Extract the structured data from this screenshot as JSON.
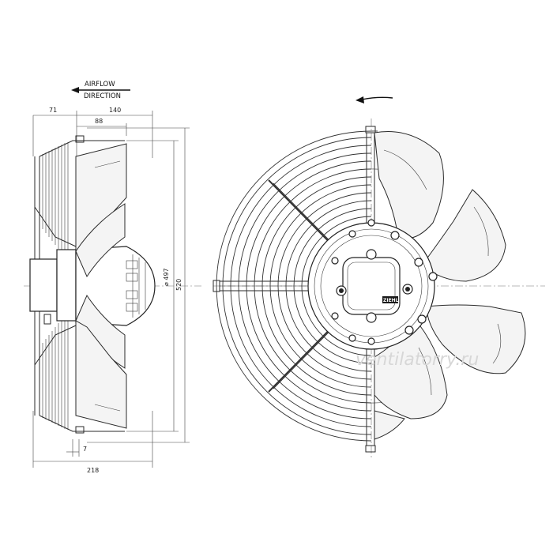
{
  "labels": {
    "airflow_line1": "AIRFLOW",
    "airflow_line2": "DIRECTION",
    "dim_71": "71",
    "dim_140": "140",
    "dim_88": "88",
    "dim_diameter": "⌀ 497",
    "dim_520": "520",
    "dim_7": "7",
    "dim_218": "218",
    "nameplate": "ZIEHL",
    "watermark": "ventilatorry.ru"
  },
  "colors": {
    "line": "#2a2a2a",
    "blade_fill": "#f4f4f4",
    "background": "#ffffff"
  },
  "icons": {
    "airflow_arrow": "arrow-left-icon",
    "rotation_arrow": "curved-arrow-left-icon"
  }
}
